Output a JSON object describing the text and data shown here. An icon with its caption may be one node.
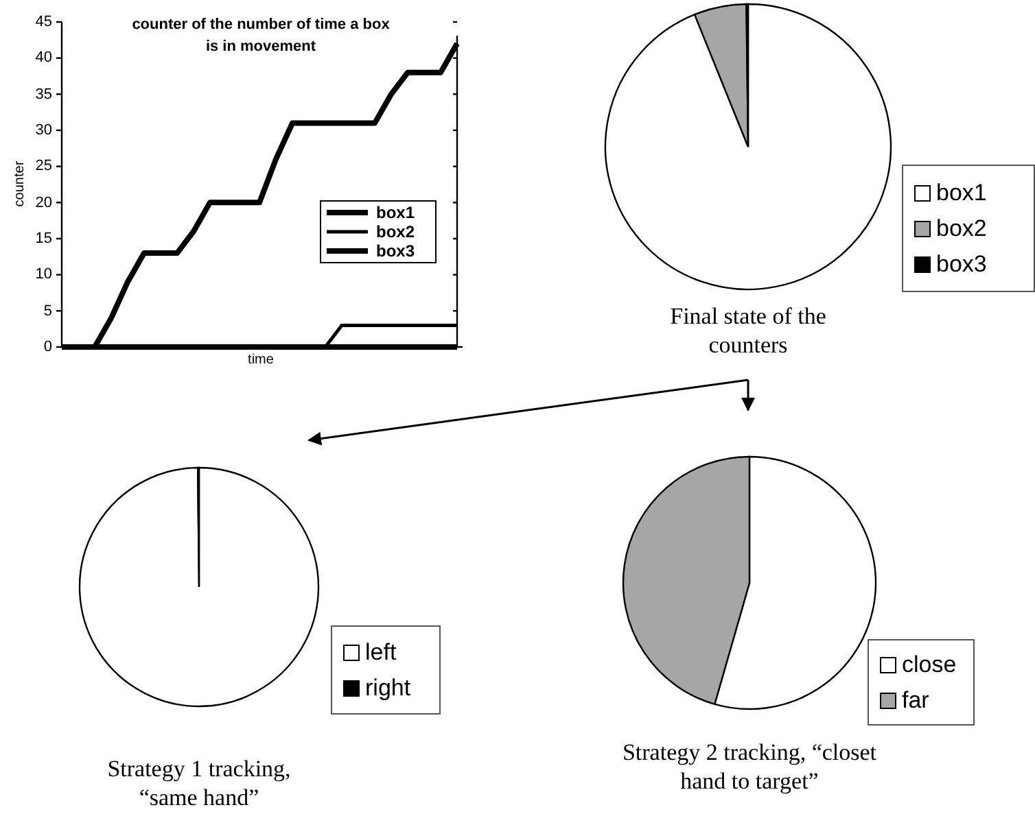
{
  "diagram": {
    "nodes": [
      {
        "text": [
          "Final state of the counters"
        ]
      },
      {
        "text": [
          "Strategy 1 tracking, “same hand”"
        ]
      },
      {
        "text": [
          "Strategy 2 tracking, “closet hand to target”"
        ]
      }
    ],
    "edges": [
      {
        "from": 0,
        "to": 1,
        "arrow": "to"
      },
      {
        "from": 0,
        "to": 2,
        "arrow": "to"
      }
    ],
    "legend": [
      {
        "text": "box1",
        "color": "#ffffff"
      },
      {
        "text": "box2",
        "color": "#a6a6a6"
      },
      {
        "text": "box3",
        "color": "#000000"
      },
      {
        "text": "left",
        "color": "#ffffff"
      },
      {
        "text": "right",
        "color": "#000000"
      },
      {
        "text": "close",
        "color": "#ffffff"
      },
      {
        "text": "far",
        "color": "#a6a6a6"
      }
    ],
    "chart_data": {
      "type": "line",
      "title": "counter of the number of time a box is in movement",
      "xlabel": "time",
      "ylabel": "counter",
      "legend": "center right",
      "series": [
        {
          "name": "box1",
          "color": "#000000",
          "values": [
            0,
            0,
            0,
            4,
            9,
            13,
            13,
            13,
            16,
            20,
            20,
            20,
            20,
            26,
            31,
            31,
            31,
            31,
            31,
            31,
            35,
            38,
            38,
            38,
            42
          ]
        },
        {
          "name": "box2",
          "color": "#000000",
          "values": [
            0,
            0,
            0,
            0,
            0,
            0,
            0,
            0,
            0,
            0,
            0,
            0,
            0,
            0,
            0,
            0,
            0,
            3,
            3,
            3,
            3,
            3,
            3,
            3,
            3
          ]
        },
        {
          "name": "box3",
          "color": "#000000",
          "values": [
            0,
            0,
            0,
            0,
            0,
            0,
            0,
            0,
            0,
            0,
            0,
            0,
            0,
            0,
            0,
            0,
            0,
            0,
            0,
            0,
            0,
            0,
            0,
            0,
            0
          ]
        }
      ],
      "ylim": [
        0,
        45
      ],
      "yticks": [
        0,
        5,
        10,
        15,
        20,
        25,
        30,
        35,
        40,
        45
      ]
    }
  }
}
